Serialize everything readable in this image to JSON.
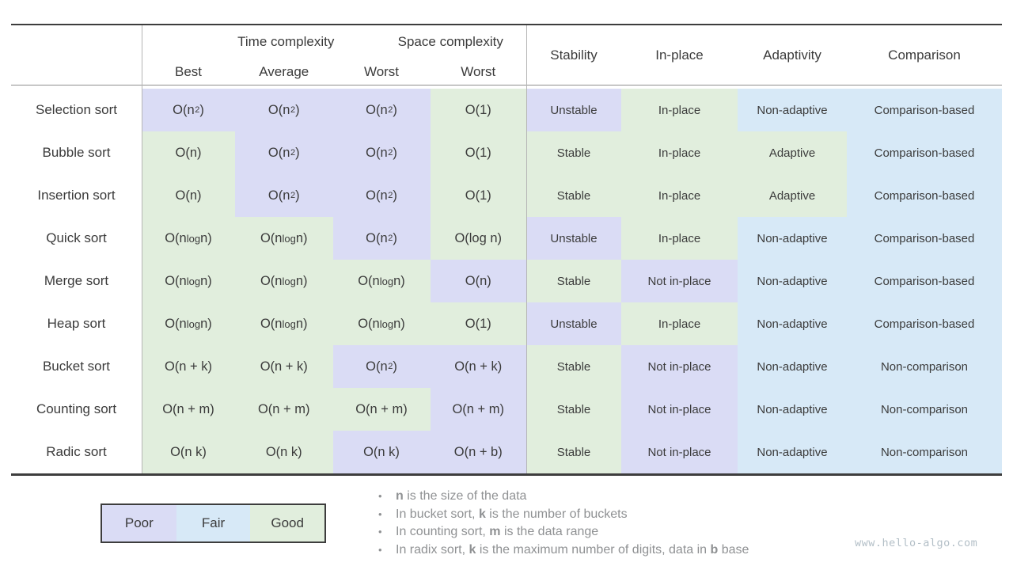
{
  "chart_data": {
    "type": "table",
    "header": {
      "group_time": "Time complexity",
      "group_space": "Space complexity",
      "sub": [
        "Best",
        "Average",
        "Worst",
        "Worst"
      ],
      "props": [
        "Stability",
        "In-place",
        "Adaptivity",
        "Comparison"
      ]
    },
    "rating_colors": {
      "poor": "#dadcf5",
      "fair": "#d7e9f7",
      "good": "#e1eedd"
    },
    "rows": [
      {
        "label": "Selection sort",
        "cells": [
          {
            "text": "O(n²)",
            "rating": "poor"
          },
          {
            "text": "O(n²)",
            "rating": "poor"
          },
          {
            "text": "O(n²)",
            "rating": "poor"
          },
          {
            "text": "O(1)",
            "rating": "good"
          },
          {
            "text": "Unstable",
            "rating": "poor"
          },
          {
            "text": "In-place",
            "rating": "good"
          },
          {
            "text": "Non-adaptive",
            "rating": "fair"
          },
          {
            "text": "Comparison-based",
            "rating": "fair"
          }
        ]
      },
      {
        "label": "Bubble sort",
        "cells": [
          {
            "text": "O(n)",
            "rating": "good"
          },
          {
            "text": "O(n²)",
            "rating": "poor"
          },
          {
            "text": "O(n²)",
            "rating": "poor"
          },
          {
            "text": "O(1)",
            "rating": "good"
          },
          {
            "text": "Stable",
            "rating": "good"
          },
          {
            "text": "In-place",
            "rating": "good"
          },
          {
            "text": "Adaptive",
            "rating": "good"
          },
          {
            "text": "Comparison-based",
            "rating": "fair"
          }
        ]
      },
      {
        "label": "Insertion sort",
        "cells": [
          {
            "text": "O(n)",
            "rating": "good"
          },
          {
            "text": "O(n²)",
            "rating": "poor"
          },
          {
            "text": "O(n²)",
            "rating": "poor"
          },
          {
            "text": "O(1)",
            "rating": "good"
          },
          {
            "text": "Stable",
            "rating": "good"
          },
          {
            "text": "In-place",
            "rating": "good"
          },
          {
            "text": "Adaptive",
            "rating": "good"
          },
          {
            "text": "Comparison-based",
            "rating": "fair"
          }
        ]
      },
      {
        "label": "Quick sort",
        "cells": [
          {
            "text": "O(n log n)",
            "rating": "good"
          },
          {
            "text": "O(n log n)",
            "rating": "good"
          },
          {
            "text": "O(n²)",
            "rating": "poor"
          },
          {
            "text": "O(log n)",
            "rating": "good"
          },
          {
            "text": "Unstable",
            "rating": "poor"
          },
          {
            "text": "In-place",
            "rating": "good"
          },
          {
            "text": "Non-adaptive",
            "rating": "fair"
          },
          {
            "text": "Comparison-based",
            "rating": "fair"
          }
        ]
      },
      {
        "label": "Merge sort",
        "cells": [
          {
            "text": "O(n log n)",
            "rating": "good"
          },
          {
            "text": "O(n log n)",
            "rating": "good"
          },
          {
            "text": "O(n log n)",
            "rating": "good"
          },
          {
            "text": "O(n)",
            "rating": "poor"
          },
          {
            "text": "Stable",
            "rating": "good"
          },
          {
            "text": "Not in-place",
            "rating": "poor"
          },
          {
            "text": "Non-adaptive",
            "rating": "fair"
          },
          {
            "text": "Comparison-based",
            "rating": "fair"
          }
        ]
      },
      {
        "label": "Heap sort",
        "cells": [
          {
            "text": "O(n log n)",
            "rating": "good"
          },
          {
            "text": "O(n log n)",
            "rating": "good"
          },
          {
            "text": "O(n log n)",
            "rating": "good"
          },
          {
            "text": "O(1)",
            "rating": "good"
          },
          {
            "text": "Unstable",
            "rating": "poor"
          },
          {
            "text": "In-place",
            "rating": "good"
          },
          {
            "text": "Non-adaptive",
            "rating": "fair"
          },
          {
            "text": "Comparison-based",
            "rating": "fair"
          }
        ]
      },
      {
        "label": "Bucket sort",
        "cells": [
          {
            "text": "O(n + k)",
            "rating": "good"
          },
          {
            "text": "O(n + k)",
            "rating": "good"
          },
          {
            "text": "O(n²)",
            "rating": "poor"
          },
          {
            "text": "O(n + k)",
            "rating": "poor"
          },
          {
            "text": "Stable",
            "rating": "good"
          },
          {
            "text": "Not in-place",
            "rating": "poor"
          },
          {
            "text": "Non-adaptive",
            "rating": "fair"
          },
          {
            "text": "Non-comparison",
            "rating": "fair"
          }
        ]
      },
      {
        "label": "Counting sort",
        "cells": [
          {
            "text": "O(n + m)",
            "rating": "good"
          },
          {
            "text": "O(n + m)",
            "rating": "good"
          },
          {
            "text": "O(n + m)",
            "rating": "good"
          },
          {
            "text": "O(n + m)",
            "rating": "poor"
          },
          {
            "text": "Stable",
            "rating": "good"
          },
          {
            "text": "Not in-place",
            "rating": "poor"
          },
          {
            "text": "Non-adaptive",
            "rating": "fair"
          },
          {
            "text": "Non-comparison",
            "rating": "fair"
          }
        ]
      },
      {
        "label": "Radic sort",
        "cells": [
          {
            "text": "O(n k)",
            "rating": "good"
          },
          {
            "text": "O(n k)",
            "rating": "good"
          },
          {
            "text": "O(n k)",
            "rating": "poor"
          },
          {
            "text": "O(n + b)",
            "rating": "poor"
          },
          {
            "text": "Stable",
            "rating": "good"
          },
          {
            "text": "Not in-place",
            "rating": "poor"
          },
          {
            "text": "Non-adaptive",
            "rating": "fair"
          },
          {
            "text": "Non-comparison",
            "rating": "fair"
          }
        ]
      }
    ],
    "legend": [
      {
        "label": "Poor",
        "rating": "poor"
      },
      {
        "label": "Fair",
        "rating": "fair"
      },
      {
        "label": "Good",
        "rating": "good"
      }
    ],
    "notes": [
      {
        "parts": [
          {
            "text": "n",
            "bold": true
          },
          {
            "text": " is the size of the data",
            "bold": false
          }
        ]
      },
      {
        "parts": [
          {
            "text": "In bucket sort, ",
            "bold": false
          },
          {
            "text": "k",
            "bold": true
          },
          {
            "text": " is the number of buckets",
            "bold": false
          }
        ]
      },
      {
        "parts": [
          {
            "text": "In counting sort, ",
            "bold": false
          },
          {
            "text": "m",
            "bold": true
          },
          {
            "text": " is the data range",
            "bold": false
          }
        ]
      },
      {
        "parts": [
          {
            "text": "In radix sort, ",
            "bold": false
          },
          {
            "text": "k",
            "bold": true
          },
          {
            "text": " is the maximum number of digits, data in ",
            "bold": false
          },
          {
            "text": "b",
            "bold": true
          },
          {
            "text": " base",
            "bold": false
          }
        ]
      }
    ],
    "watermark": "www.hello-algo.com"
  }
}
